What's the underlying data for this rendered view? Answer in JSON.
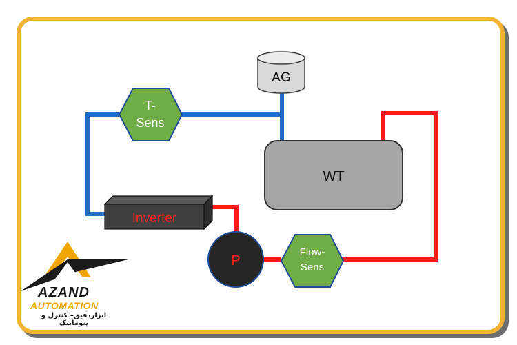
{
  "diagram": {
    "nodes": {
      "ag": "AG",
      "t_sens": [
        "T-",
        "Sens"
      ],
      "wt": "WT",
      "inverter": "Inverter",
      "pump": "P",
      "flow_sens": [
        "Flow-",
        "Sens"
      ]
    },
    "colors": {
      "frame": "#f2b233",
      "cold_pipe": "#1f6fc9",
      "hot_pipe": "#ff1a1a",
      "sensor_fill": "#70ad47",
      "tank_fill": "#a6a6a6",
      "inverter_fill": "#404040",
      "inverter_text": "#ff2020",
      "pump_fill": "#262626",
      "pump_text": "#ff2020"
    }
  },
  "logo": {
    "name": "AZAND",
    "sub": "AUTOMATION",
    "tagline": "ابزاردقیق– کنترل و پنوماتیک"
  }
}
